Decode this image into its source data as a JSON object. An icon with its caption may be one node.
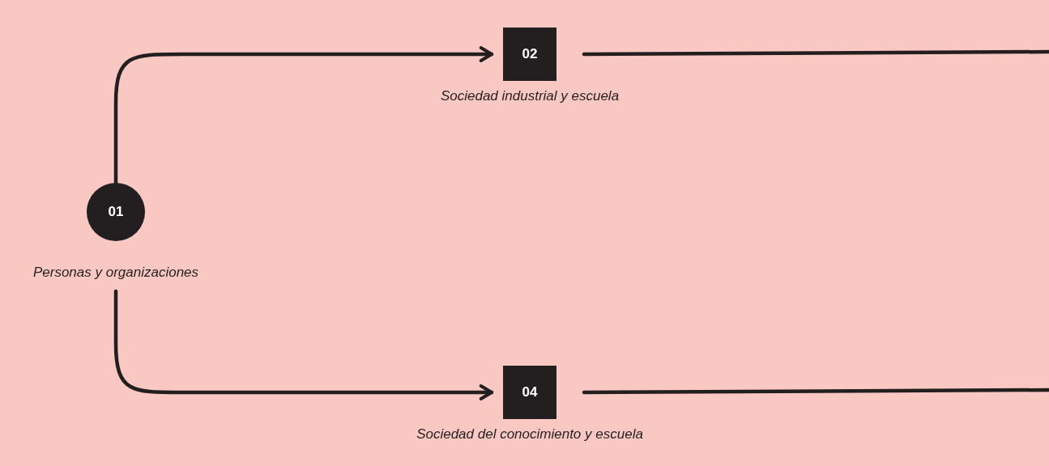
{
  "diagram": {
    "nodes": [
      {
        "text": [
          "01"
        ],
        "beside": [
          "Personas y organizaciones"
        ]
      },
      {
        "text": [
          "02"
        ],
        "beside": [
          "Sociedad industrial y escuela"
        ]
      },
      {
        "text": [
          "04"
        ],
        "beside": [
          "Sociedad del conocimiento y escuela"
        ]
      }
    ],
    "edges": [
      {
        "from": 0,
        "to": 1,
        "arrow": "to"
      },
      {
        "from": 0,
        "to": 2,
        "arrow": "to"
      },
      {
        "from": 1,
        "to": null,
        "arrow": "none"
      },
      {
        "from": 2,
        "to": null,
        "arrow": "none"
      }
    ]
  }
}
